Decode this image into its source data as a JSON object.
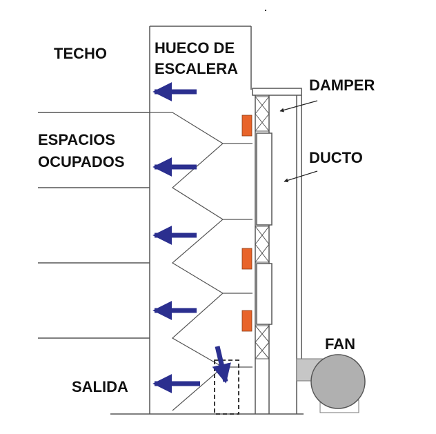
{
  "labels": {
    "techo": "TECHO",
    "hueco_line1": "HUECO DE",
    "hueco_line2": "ESCALERA",
    "espacios_line1": "ESPACIOS",
    "espacios_line2": "OCUPADOS",
    "damper": "DAMPER",
    "ducto": "DUCTO",
    "fan": "FAN",
    "salida": "SALIDA"
  },
  "colors": {
    "line": "#555555",
    "arrow": "#2b2f8f",
    "damper": "#e8642a",
    "fan": "#b0b0b0"
  }
}
